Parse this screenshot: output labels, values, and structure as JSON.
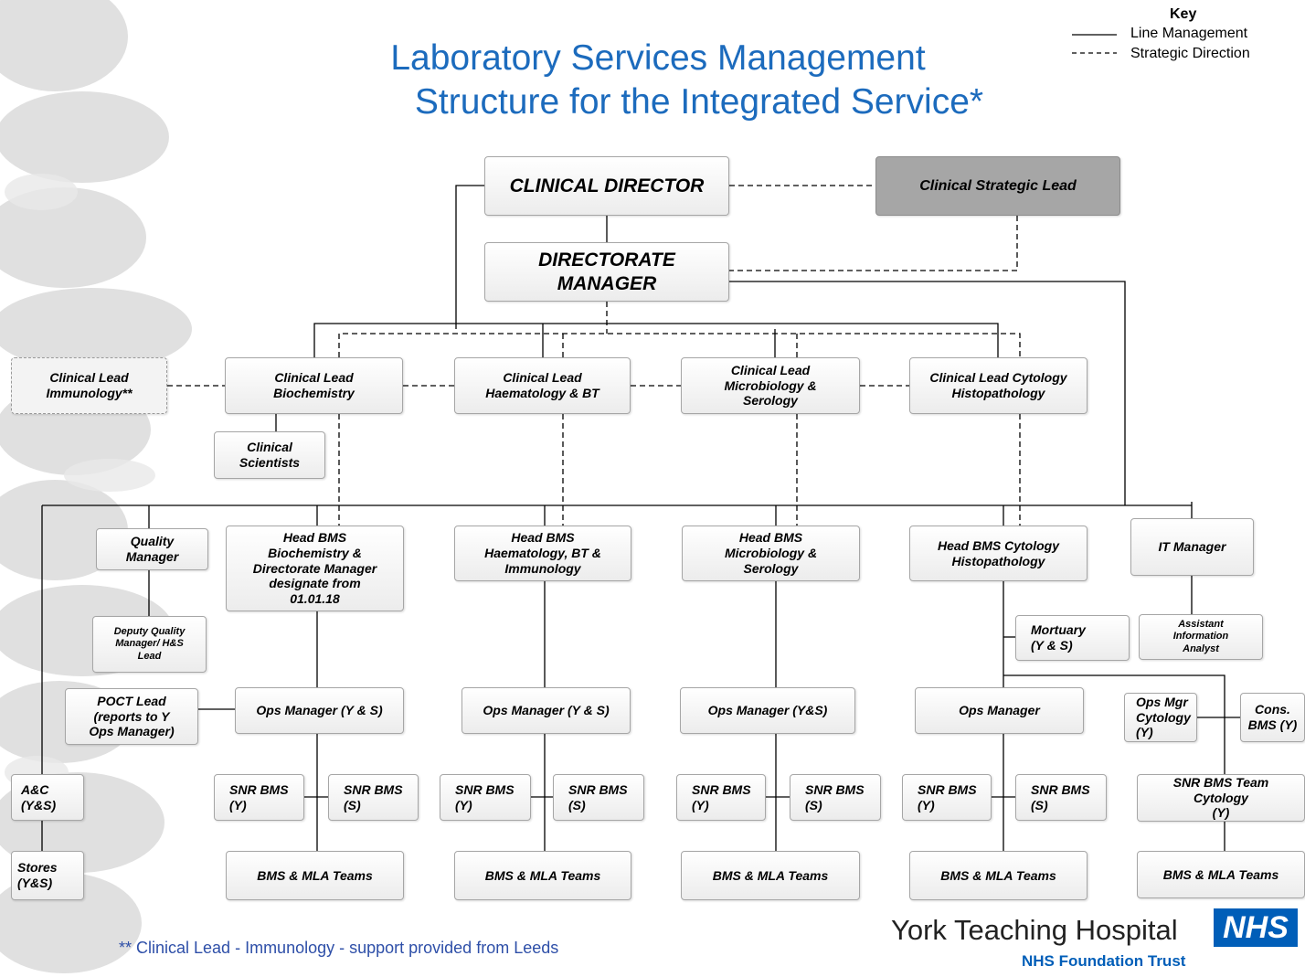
{
  "title": {
    "line1": "Laboratory Services Management",
    "line2": "Structure for the Integrated Service*"
  },
  "key": {
    "heading": "Key",
    "solid_label": "Line Management",
    "dashed_label": "Strategic Direction"
  },
  "nodes": {
    "clinical_director": "CLINICAL  DIRECTOR",
    "clinical_strategic_lead": "Clinical Strategic Lead",
    "directorate_manager": "DIRECTORATE\nMANAGER",
    "cl_immunology": "Clinical Lead\nImmunology**",
    "cl_biochemistry": "Clinical Lead\nBiochemistry",
    "cl_haematology": "Clinical Lead\nHaematology & BT",
    "cl_microbiology": "Clinical Lead\nMicrobiology &\nSerology",
    "cl_cytology": "Clinical Lead Cytology\nHistopathology",
    "clinical_scientists": "Clinical\nScientists",
    "quality_manager": "Quality\nManager",
    "deputy_quality": "Deputy Quality\nManager/ H&S\nLead",
    "poct_lead": "POCT Lead\n(reports to Y\nOps Manager)",
    "head_biochem": "Head BMS\nBiochemistry &\nDirectorate Manager\ndesignate from\n01.01.18",
    "head_haem": "Head BMS\nHaematology, BT &\nImmunology",
    "head_micro": "Head BMS\nMicrobiology &\nSerology",
    "head_cyto": "Head BMS Cytology\nHistopathology",
    "it_manager": "IT Manager",
    "assistant_info": "Assistant\nInformation\nAnalyst",
    "mortuary": "Mortuary\n(Y & S)",
    "ops_biochem": "Ops Manager (Y & S)",
    "ops_haem": "Ops Manager (Y & S)",
    "ops_micro": "Ops Manager (Y&S)",
    "ops_cyto": "Ops Manager",
    "ops_mgr_cytology": "Ops Mgr\nCytology\n(Y)",
    "cons_bms": "Cons.\nBMS (Y)",
    "snr_y_1": "SNR BMS\n(Y)",
    "snr_s_1": "SNR BMS\n(S)",
    "snr_y_2": "SNR BMS\n(Y)",
    "snr_s_2": "SNR BMS\n(S)",
    "snr_y_3": "SNR BMS\n(Y)",
    "snr_s_3": "SNR BMS\n(S)",
    "snr_y_4": "SNR BMS\n(Y)",
    "snr_s_4": "SNR BMS\n(S)",
    "snr_team_cyto": "SNR BMS Team\nCytology\n(Y)",
    "ac": "A&C\n(Y&S)",
    "stores": "Stores\n(Y&S)",
    "teams_1": "BMS & MLA Teams",
    "teams_2": "BMS & MLA Teams",
    "teams_3": "BMS & MLA Teams",
    "teams_4": "BMS & MLA Teams",
    "teams_5": "BMS & MLA Teams"
  },
  "footnote": "** Clinical Lead - Immunology - support provided  from  Leeds",
  "logo": {
    "name": "York Teaching Hospital",
    "badge": "NHS",
    "trust": "NHS Foundation Trust"
  }
}
